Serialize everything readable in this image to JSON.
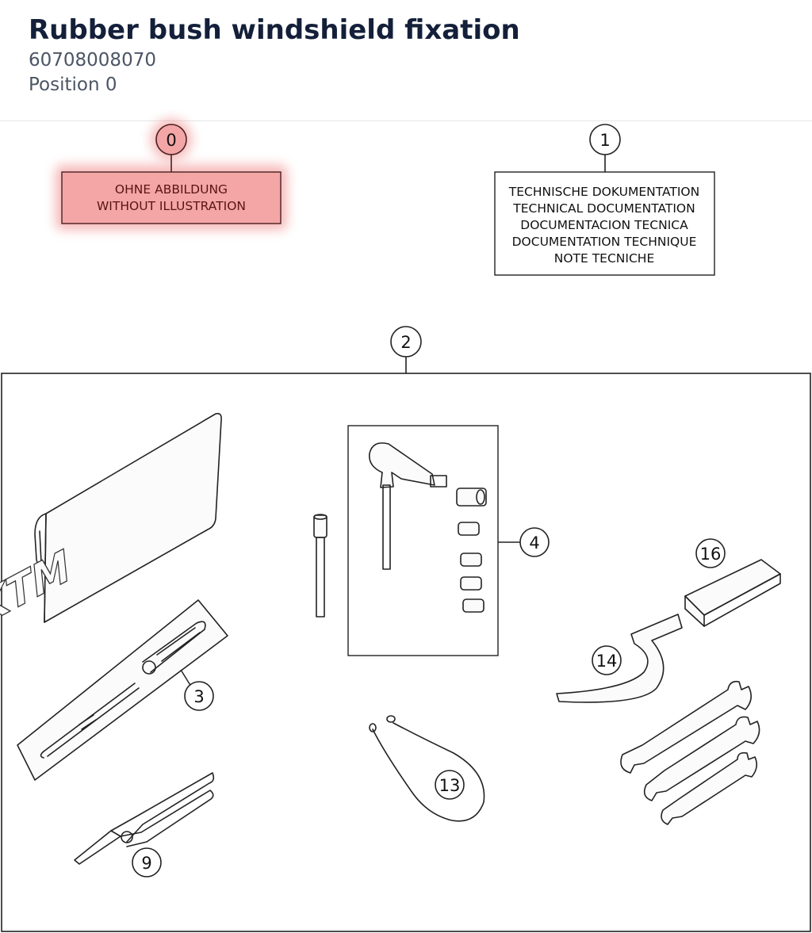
{
  "header": {
    "title": "Rubber bush windshield fixation",
    "part_number": "60708008070",
    "position": "Position 0"
  },
  "diagram": {
    "callouts": {
      "c0": "0",
      "c1": "1",
      "c2": "2",
      "c3": "3",
      "c4": "4",
      "c9": "9",
      "c13": "13",
      "c14": "14",
      "c16": "16"
    },
    "highlight_color": "#f08080",
    "no_illustration_box": [
      "OHNE ABBILDUNG",
      "WITHOUT ILLUSTRATION"
    ],
    "tech_doc_box": [
      "TECHNISCHE DOKUMENTATION",
      "TECHNICAL DOCUMENTATION",
      "DOCUMENTACION TECNICA",
      "DOCUMENTATION TECHNIQUE",
      "NOTE TECNICHE"
    ],
    "bag_logo": "KTM"
  }
}
